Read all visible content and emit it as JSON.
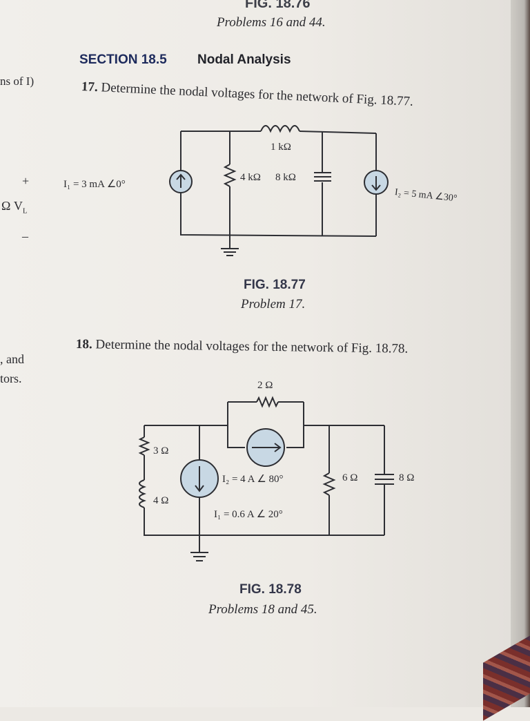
{
  "top": {
    "fig_label": "FIG. 18.76",
    "caption": "Problems 16 and 44."
  },
  "section": {
    "number": "SECTION 18.5",
    "title": "Nodal Analysis"
  },
  "margin": {
    "ns_of_i": "ns of I)",
    "plus": "+",
    "omega_vl": "Ω V",
    "vl_sub": "L",
    "minus": "–",
    "and": ", and",
    "tors": "tors."
  },
  "problem17": {
    "number": "17.",
    "text": "Determine the nodal voltages for the network of Fig. 18.77.",
    "fig_label": "FIG. 18.77",
    "caption": "Problem 17.",
    "i1_label": "I₁ = 3 mA ∠0°",
    "inductor_label": "1 kΩ",
    "r4_label": "4 kΩ",
    "c8_label": "8 kΩ",
    "i2_label": "I₂ = 5 mA ∠30°"
  },
  "problem18": {
    "number": "18.",
    "text": "Determine the nodal voltages for the network of Fig. 18.78.",
    "fig_label": "FIG. 18.78",
    "caption": "Problems 18 and 45.",
    "r2_label": "2 Ω",
    "r3_label": "3 Ω",
    "l4_label": "4 Ω",
    "i2_label": "I₂ = 4 A ∠ 80°",
    "i1_label": "I₁ = 0.6 A ∠ 20°",
    "r6_label": "6 Ω",
    "c8_label": "8 Ω"
  },
  "colors": {
    "section_blue": "#1d2a5c",
    "source_fill": "#c8d8e4"
  }
}
